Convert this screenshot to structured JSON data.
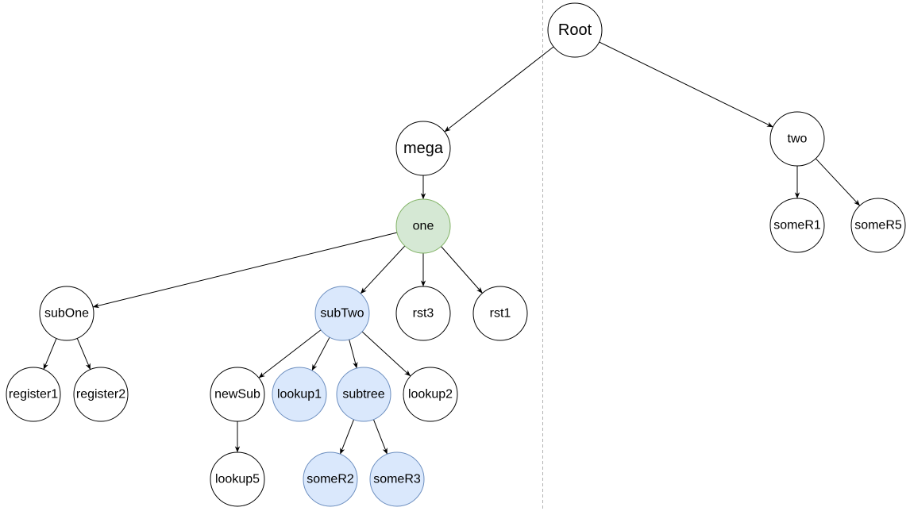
{
  "colors": {
    "stroke": "#000000",
    "default_fill": "#ffffff",
    "green_fill": "#d5e8d4",
    "green_stroke": "#82b366",
    "blue_fill": "#dae8fc",
    "blue_stroke": "#6c8ebf",
    "divider": "#b3b3b3"
  },
  "nodes": {
    "root": {
      "label": "Root",
      "style": "default"
    },
    "mega": {
      "label": "mega",
      "style": "default"
    },
    "two": {
      "label": "two",
      "style": "default"
    },
    "one": {
      "label": "one",
      "style": "green"
    },
    "someR1": {
      "label": "someR1",
      "style": "default"
    },
    "someR5": {
      "label": "someR5",
      "style": "default"
    },
    "subOne": {
      "label": "subOne",
      "style": "default"
    },
    "subTwo": {
      "label": "subTwo",
      "style": "blue"
    },
    "rst3": {
      "label": "rst3",
      "style": "default"
    },
    "rst1": {
      "label": "rst1",
      "style": "default"
    },
    "register1": {
      "label": "register1",
      "style": "default"
    },
    "register2": {
      "label": "register2",
      "style": "default"
    },
    "newSub": {
      "label": "newSub",
      "style": "default"
    },
    "lookup1": {
      "label": "lookup1",
      "style": "blue"
    },
    "subtree": {
      "label": "subtree",
      "style": "blue"
    },
    "lookup2": {
      "label": "lookup2",
      "style": "default"
    },
    "lookup5": {
      "label": "lookup5",
      "style": "default"
    },
    "someR2": {
      "label": "someR2",
      "style": "blue"
    },
    "someR3": {
      "label": "someR3",
      "style": "blue"
    }
  },
  "edges": [
    [
      "root",
      "mega"
    ],
    [
      "root",
      "two"
    ],
    [
      "mega",
      "one"
    ],
    [
      "two",
      "someR1"
    ],
    [
      "two",
      "someR5"
    ],
    [
      "one",
      "subOne"
    ],
    [
      "one",
      "subTwo"
    ],
    [
      "one",
      "rst3"
    ],
    [
      "one",
      "rst1"
    ],
    [
      "subOne",
      "register1"
    ],
    [
      "subOne",
      "register2"
    ],
    [
      "subTwo",
      "newSub"
    ],
    [
      "subTwo",
      "lookup1"
    ],
    [
      "subTwo",
      "subtree"
    ],
    [
      "subTwo",
      "lookup2"
    ],
    [
      "newSub",
      "lookup5"
    ],
    [
      "subtree",
      "someR2"
    ],
    [
      "subtree",
      "someR3"
    ]
  ]
}
